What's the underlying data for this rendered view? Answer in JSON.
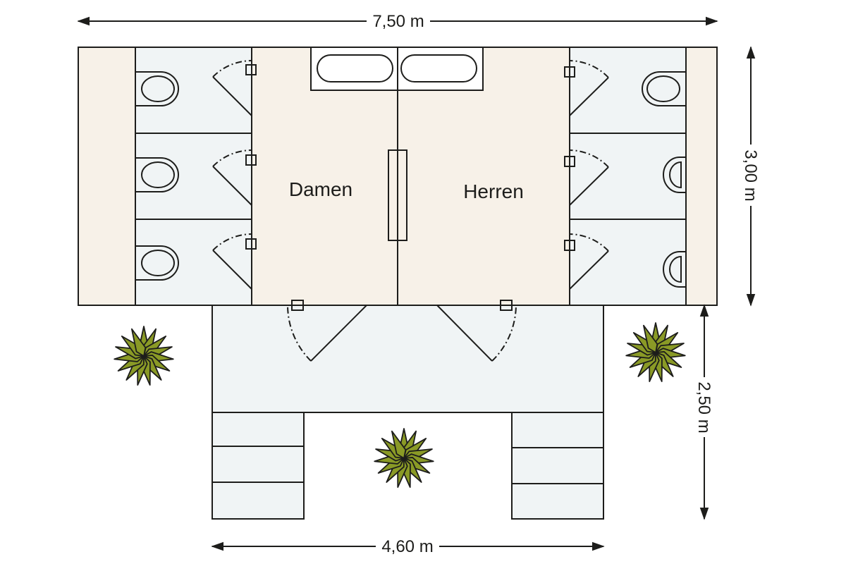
{
  "dimensions": {
    "width_top": "7,50 m",
    "height_right": "3,00 m",
    "porch_depth": "2,50 m",
    "porch_width": "4,60 m"
  },
  "rooms": {
    "women": "Damen",
    "men": "Herren"
  },
  "colors": {
    "room_fill": "#f7f1e8",
    "cabin_fill": "#f0f4f5",
    "stroke": "#1d1d1b",
    "plant_fill": "#8a9a26"
  }
}
